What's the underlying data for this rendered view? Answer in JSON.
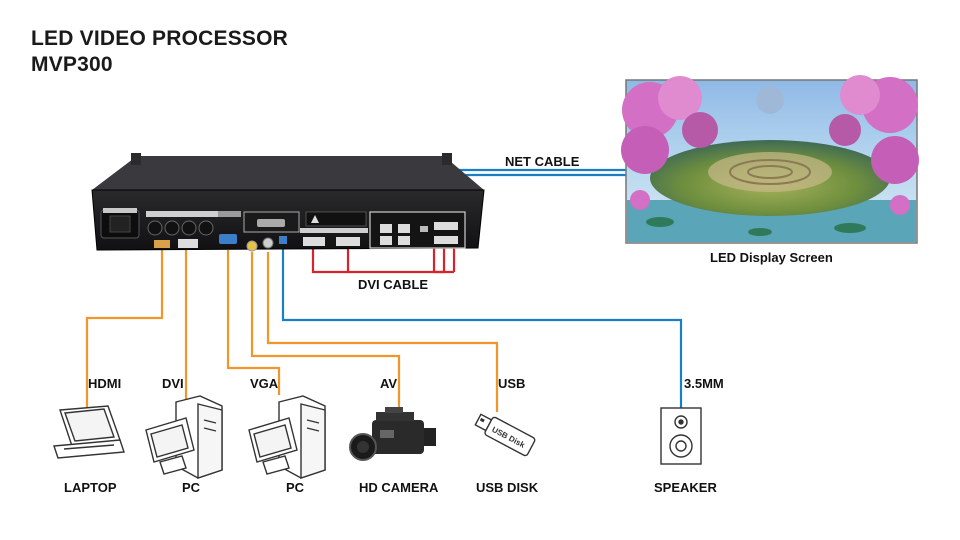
{
  "title": {
    "line1": "LED VIDEO PROCESSOR",
    "line2": "MVP300"
  },
  "cables": {
    "net": "NET CABLE",
    "dvi": "DVI CABLE"
  },
  "screen_label": "LED Display Screen",
  "inputs": [
    {
      "port": "HDMI",
      "device": "LAPTOP"
    },
    {
      "port": "DVI",
      "device": "PC"
    },
    {
      "port": "VGA",
      "device": "PC"
    },
    {
      "port": "AV",
      "device": "HD CAMERA"
    },
    {
      "port": "USB",
      "device": "USB DISK"
    },
    {
      "port": "3.5MM",
      "device": "SPEAKER"
    }
  ],
  "colors": {
    "input_cable": "#f0962a",
    "net_cable": "#1a7fc4",
    "dvi_cable": "#d8232a",
    "device_body": "#1c1c1e"
  },
  "usb_stick_text": "USB Disk"
}
